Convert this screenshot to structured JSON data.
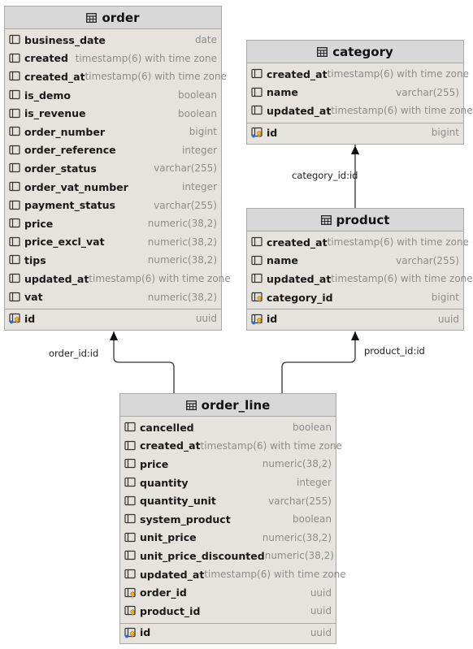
{
  "tables": [
    {
      "id": "order",
      "title": "order",
      "columns": [
        {
          "name": "business_date",
          "type": "date",
          "icon": "column-icon"
        },
        {
          "name": "created",
          "type": "timestamp(6) with time zone",
          "icon": "column-icon"
        },
        {
          "name": "created_at",
          "type": "timestamp(6) with time zone",
          "icon": "column-icon"
        },
        {
          "name": "is_demo",
          "type": "boolean",
          "icon": "column-icon"
        },
        {
          "name": "is_revenue",
          "type": "boolean",
          "icon": "column-icon"
        },
        {
          "name": "order_number",
          "type": "bigint",
          "icon": "column-icon"
        },
        {
          "name": "order_reference",
          "type": "integer",
          "icon": "column-icon"
        },
        {
          "name": "order_status",
          "type": "varchar(255)",
          "icon": "column-icon"
        },
        {
          "name": "order_vat_number",
          "type": "integer",
          "icon": "column-icon"
        },
        {
          "name": "payment_status",
          "type": "varchar(255)",
          "icon": "column-icon"
        },
        {
          "name": "price",
          "type": "numeric(38,2)",
          "icon": "column-icon"
        },
        {
          "name": "price_excl_vat",
          "type": "numeric(38,2)",
          "icon": "column-icon"
        },
        {
          "name": "tips",
          "type": "numeric(38,2)",
          "icon": "column-icon"
        },
        {
          "name": "updated_at",
          "type": "timestamp(6) with time zone",
          "icon": "column-icon"
        },
        {
          "name": "vat",
          "type": "numeric(38,2)",
          "icon": "column-icon"
        }
      ],
      "pk": {
        "name": "id",
        "type": "uuid",
        "icon": "primary-key-icon"
      }
    },
    {
      "id": "category",
      "title": "category",
      "columns": [
        {
          "name": "created_at",
          "type": "timestamp(6) with time zone",
          "icon": "column-icon"
        },
        {
          "name": "name",
          "type": "varchar(255)",
          "icon": "column-icon"
        },
        {
          "name": "updated_at",
          "type": "timestamp(6) with time zone",
          "icon": "column-icon"
        }
      ],
      "pk": {
        "name": "id",
        "type": "bigint",
        "icon": "primary-key-icon"
      }
    },
    {
      "id": "product",
      "title": "product",
      "columns": [
        {
          "name": "created_at",
          "type": "timestamp(6) with time zone",
          "icon": "column-icon"
        },
        {
          "name": "name",
          "type": "varchar(255)",
          "icon": "column-icon"
        },
        {
          "name": "updated_at",
          "type": "timestamp(6) with time zone",
          "icon": "column-icon"
        },
        {
          "name": "category_id",
          "type": "bigint",
          "icon": "foreign-key-icon"
        }
      ],
      "pk": {
        "name": "id",
        "type": "uuid",
        "icon": "primary-key-icon"
      }
    },
    {
      "id": "order_line",
      "title": "order_line",
      "columns": [
        {
          "name": "cancelled",
          "type": "boolean",
          "icon": "column-icon"
        },
        {
          "name": "created_at",
          "type": "timestamp(6) with time zone",
          "icon": "column-icon"
        },
        {
          "name": "price",
          "type": "numeric(38,2)",
          "icon": "column-icon"
        },
        {
          "name": "quantity",
          "type": "integer",
          "icon": "column-icon"
        },
        {
          "name": "quantity_unit",
          "type": "varchar(255)",
          "icon": "column-icon"
        },
        {
          "name": "system_product",
          "type": "boolean",
          "icon": "column-icon"
        },
        {
          "name": "unit_price",
          "type": "numeric(38,2)",
          "icon": "column-icon"
        },
        {
          "name": "unit_price_discounted",
          "type": "numeric(38,2)",
          "icon": "column-icon"
        },
        {
          "name": "updated_at",
          "type": "timestamp(6) with time zone",
          "icon": "column-icon"
        },
        {
          "name": "order_id",
          "type": "uuid",
          "icon": "foreign-key-icon"
        },
        {
          "name": "product_id",
          "type": "uuid",
          "icon": "foreign-key-icon"
        }
      ],
      "pk": {
        "name": "id",
        "type": "uuid",
        "icon": "primary-key-icon"
      }
    }
  ],
  "relations": [
    {
      "id": "category",
      "label": "category_id:id"
    },
    {
      "id": "order",
      "label": "order_id:id"
    },
    {
      "id": "product",
      "label": "product_id:id"
    }
  ]
}
